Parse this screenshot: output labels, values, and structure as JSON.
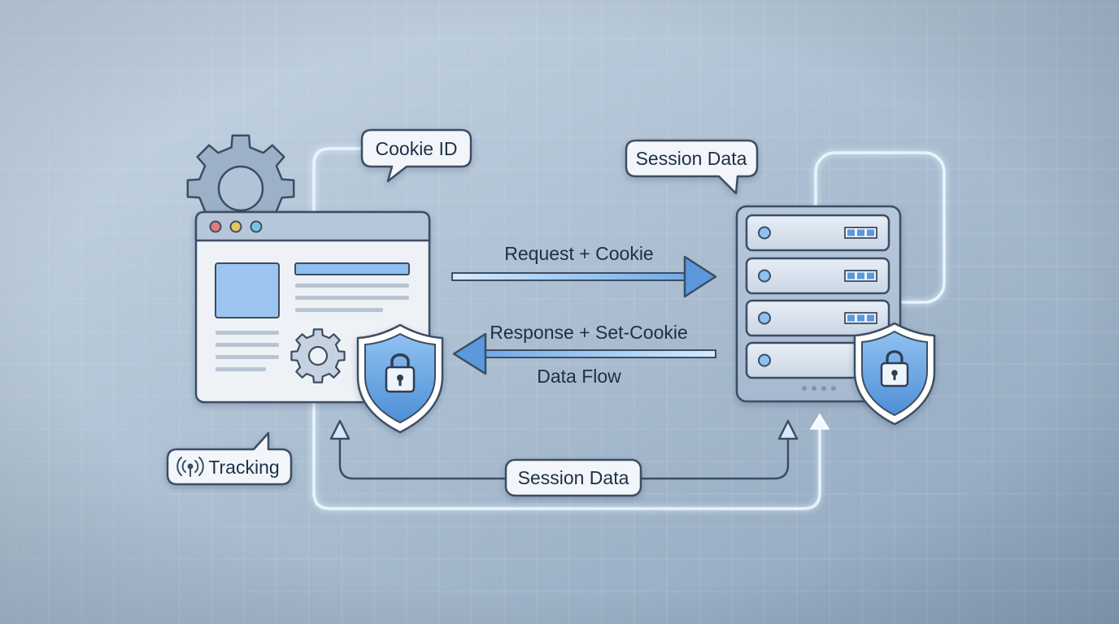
{
  "labels": {
    "cookie_id": "Cookie ID",
    "session_data_top": "Session Data",
    "request": "Request + Cookie",
    "response": "Response + Set-Cookie",
    "data_flow": "Data Flow",
    "tracking": "Tracking",
    "session_data_bottom": "Session Data"
  },
  "icons": {
    "browser_gear": "gear-icon",
    "browser_shield": "shield-lock-icon",
    "server_shield": "shield-lock-icon",
    "tracking": "signal-icon"
  },
  "colors": {
    "background_start": "#c4d4e3",
    "background_end": "#8fa5bd",
    "outline": "#3c4d63",
    "accent_blue": "#5b98dc",
    "glow": "#e6f4ff",
    "panel": "#eef2f7"
  }
}
